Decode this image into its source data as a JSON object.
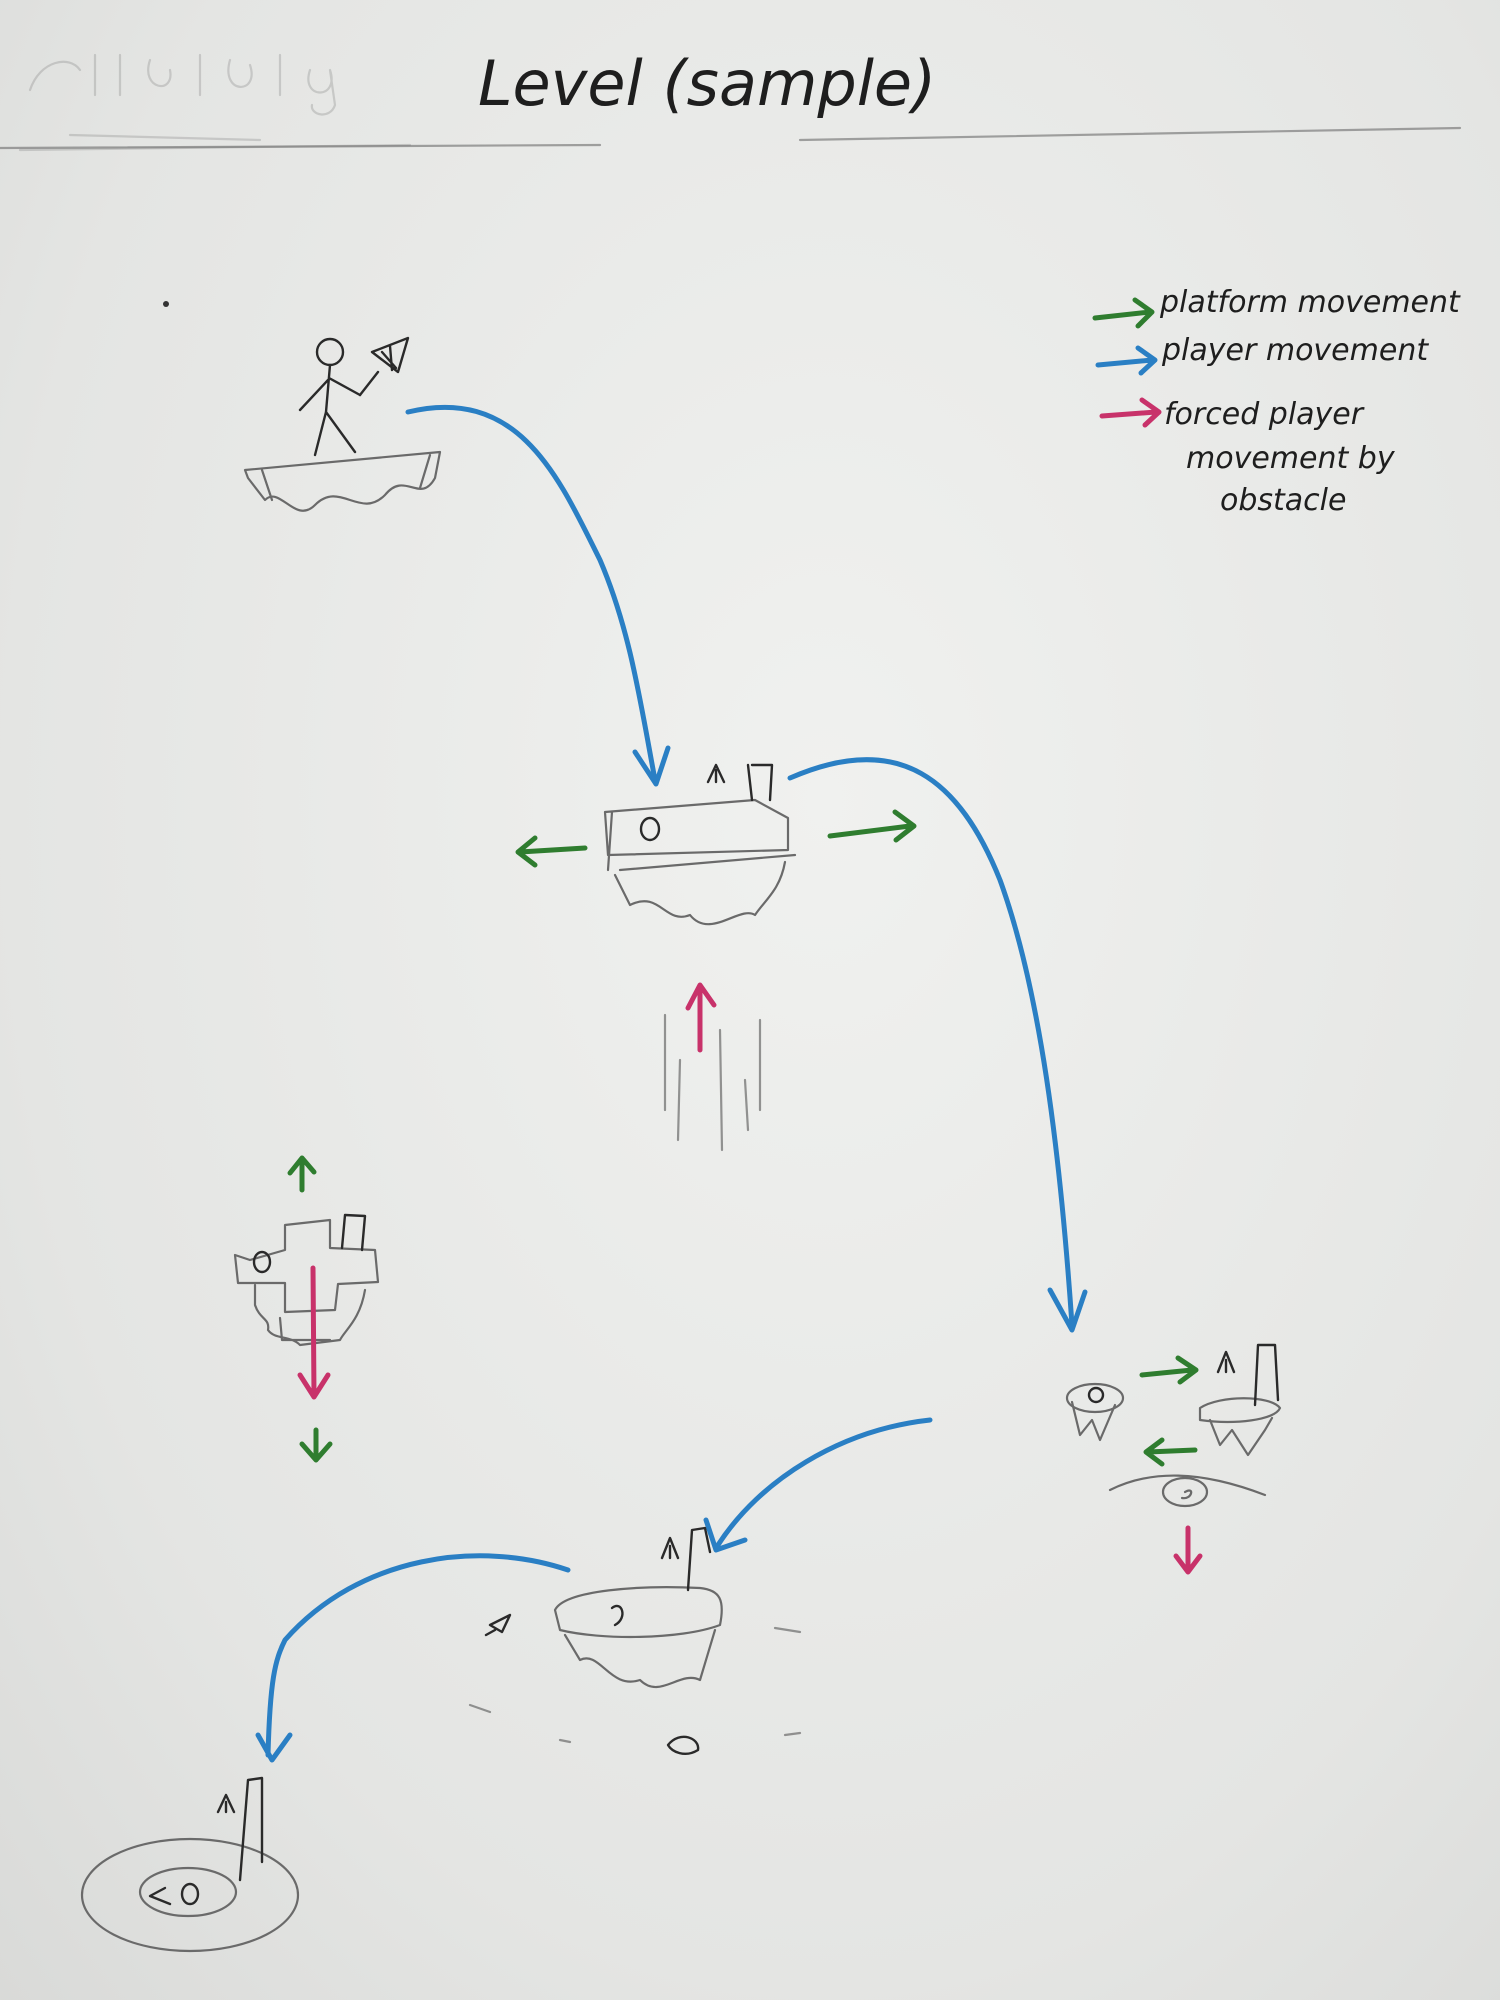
{
  "title": "Level (sample)",
  "legend": {
    "platform": "platform movement",
    "player": "player movement",
    "forced_line1": "forced player",
    "forced_line2": "movement by",
    "forced_line3": "obstacle"
  },
  "colors": {
    "platform": "#2f7d2f",
    "player": "#2a7fc4",
    "forced": "#c8326a",
    "pencil": "#6a6a6a"
  },
  "icons": [
    "stick-figure-icon",
    "umbrella-icon",
    "flag-icon",
    "portal-icon",
    "bird-icon"
  ]
}
